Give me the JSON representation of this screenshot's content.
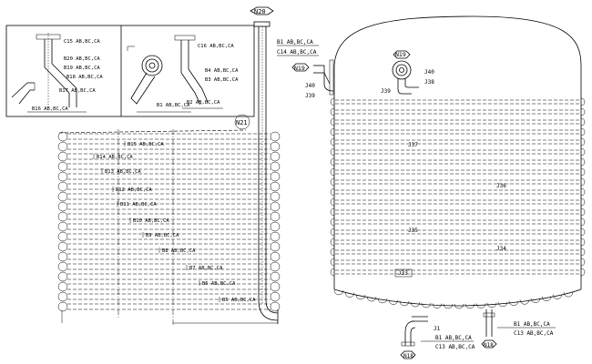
{
  "nozzles": {
    "n20": "N20",
    "n21": "N21",
    "n19_shell": "N19",
    "n19_head": "N19",
    "n18_left": "N18",
    "n18_right": "N18"
  },
  "detail_labels": {
    "c15": "C15 AB,BC,CA",
    "b20": "B20 AB,BC,CA",
    "b19": "B19 AB,BC,CA",
    "b18": "B18 AB,BC,CA",
    "b17": "B17 AB,BC,CA",
    "b16": "B16 AB,BC,CA",
    "c16": "C16 AB,BC,CA",
    "b4": "B4 AB,BC,CA",
    "b3": "B3 AB,BC,CA",
    "b2": "B2 AB,BC,CA",
    "b1": "B1 AB,BC,CA"
  },
  "coil_labels": [
    "B15 AB,BC,CA",
    "B14 AB,BC,CA",
    "B13 AB,BC,CA",
    "B12 AB,BC,CA",
    "B11 AB,BC,CA",
    "B10 AB,BC,CA",
    "B9 AB,BC,CA",
    "B8 AB,BC,CA",
    "B7 AB,BC,CA",
    "B6 AB,BC,CA",
    "B5 AB,BC,CA"
  ],
  "vessel_labels": {
    "b1_top": "B1 AB,BC,CA",
    "c14": "C14 AB,BC,CA",
    "j40_left": "J40",
    "j39_left": "J39",
    "j40_right": "J40",
    "j39_right": "J39",
    "j38": "J38",
    "j37": "J37",
    "j36": "J36",
    "j35": "J35",
    "j34": "J34",
    "j33": "J33"
  },
  "bottom_labels": {
    "j1": "J1",
    "b1_left": "B1 AB,BC,CA",
    "c13_left": "C13 AB,BC,CA",
    "b1_right": "B1 AB,BC,CA",
    "c13_right": "C13 AB,BC,CA"
  }
}
